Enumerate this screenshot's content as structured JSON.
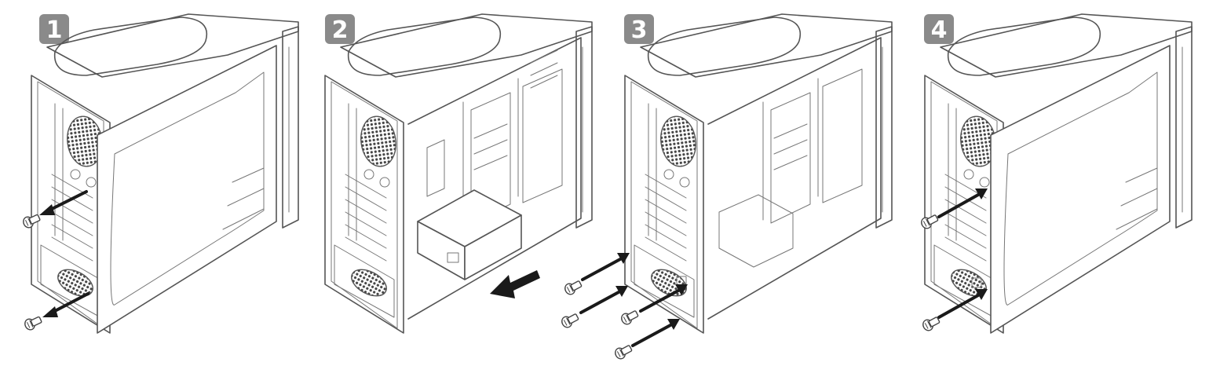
{
  "steps": [
    {
      "label": "1",
      "action": "remove-side-panel",
      "screws": 2
    },
    {
      "label": "2",
      "action": "insert-power-supply",
      "screws": 0
    },
    {
      "label": "3",
      "action": "fasten-power-supply",
      "screws": 4
    },
    {
      "label": "4",
      "action": "reattach-side-panel",
      "screws": 2
    }
  ],
  "colors": {
    "badge": "#8a8a8a",
    "line": "#555555",
    "arrow": "#1a1a1a",
    "background": "#ffffff"
  },
  "icons": [
    "screw-icon",
    "arrow-icon",
    "psu-icon",
    "fan-grille-icon"
  ]
}
